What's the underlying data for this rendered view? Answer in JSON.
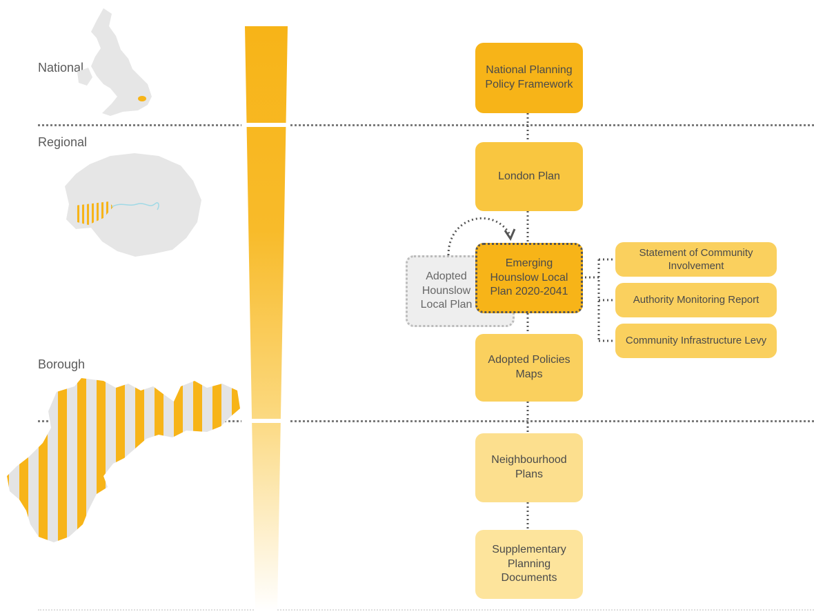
{
  "levels": {
    "national": "National",
    "regional": "Regional",
    "borough": "Borough"
  },
  "boxes": {
    "nppf": "National Planning Policy Framework",
    "london_plan": "London Plan",
    "emerging": "Emerging Hounslow Local Plan 2020-2041",
    "adopted_local_plan": "Adopted Hounslow Local Plan",
    "adopted_policies_maps": "Adopted Policies Maps",
    "neighbourhood_plans": "Neighbourhood Plans",
    "spd": "Supplementary Planning Documents",
    "sci": "Statement of Community Involvement",
    "amr": "Authority Monitoring Report",
    "cil": "Community Infrastructure Levy"
  },
  "colors": {
    "accent_strong": "#f7b418",
    "accent_mid": "#f9c640",
    "accent_light": "#fde49c",
    "map_grey": "#e4e4e4",
    "river": "#9fd9e6",
    "dotted_line": "#7a7a7a"
  }
}
